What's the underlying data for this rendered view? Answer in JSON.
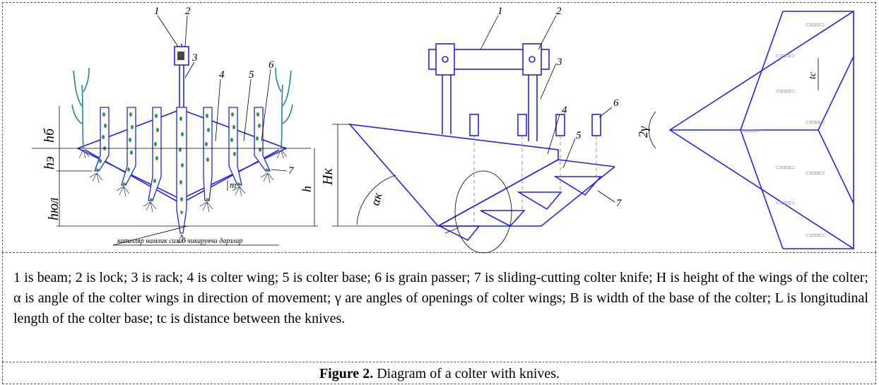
{
  "figure": {
    "left_labels": {
      "n1": "1",
      "n2": "2",
      "n3": "3",
      "n4": "4",
      "n5": "5",
      "n6": "6",
      "n7": "7",
      "h_b": "hб",
      "h_e": "hэ",
      "h_yul": "hюл",
      "h": "h",
      "m": "m",
      "bottom_note": "капилляр намлик сизиб чикарувчи дарзлар"
    },
    "middle_labels": {
      "n1": "1",
      "n2": "2",
      "n3": "3",
      "n4": "4",
      "n5": "5",
      "n6": "6",
      "n7": "7",
      "H_k": "Hк",
      "alpha_k": "αк"
    },
    "right_labels": {
      "two_gamma": "2γ",
      "t_c": "tc"
    }
  },
  "legend": "1 is beam; 2 is lock; 3 is rack; 4 is colter wing; 5 is colter base; 6 is grain passer; 7 is sliding-cutting colter knife; H is height of the wings of the colter; α is angle of the colter wings in direction of movement; γ are angles of openings of colter wings; B is width of the base of the colter; L is longitudinal length of the colter base; tc is distance between the knives.",
  "caption": {
    "label": "Figure 2.",
    "text": " Diagram of a colter with knives."
  },
  "colors": {
    "line_blue": "#2323e6",
    "seed_green": "#1f9b5a",
    "ink": "#000000"
  }
}
